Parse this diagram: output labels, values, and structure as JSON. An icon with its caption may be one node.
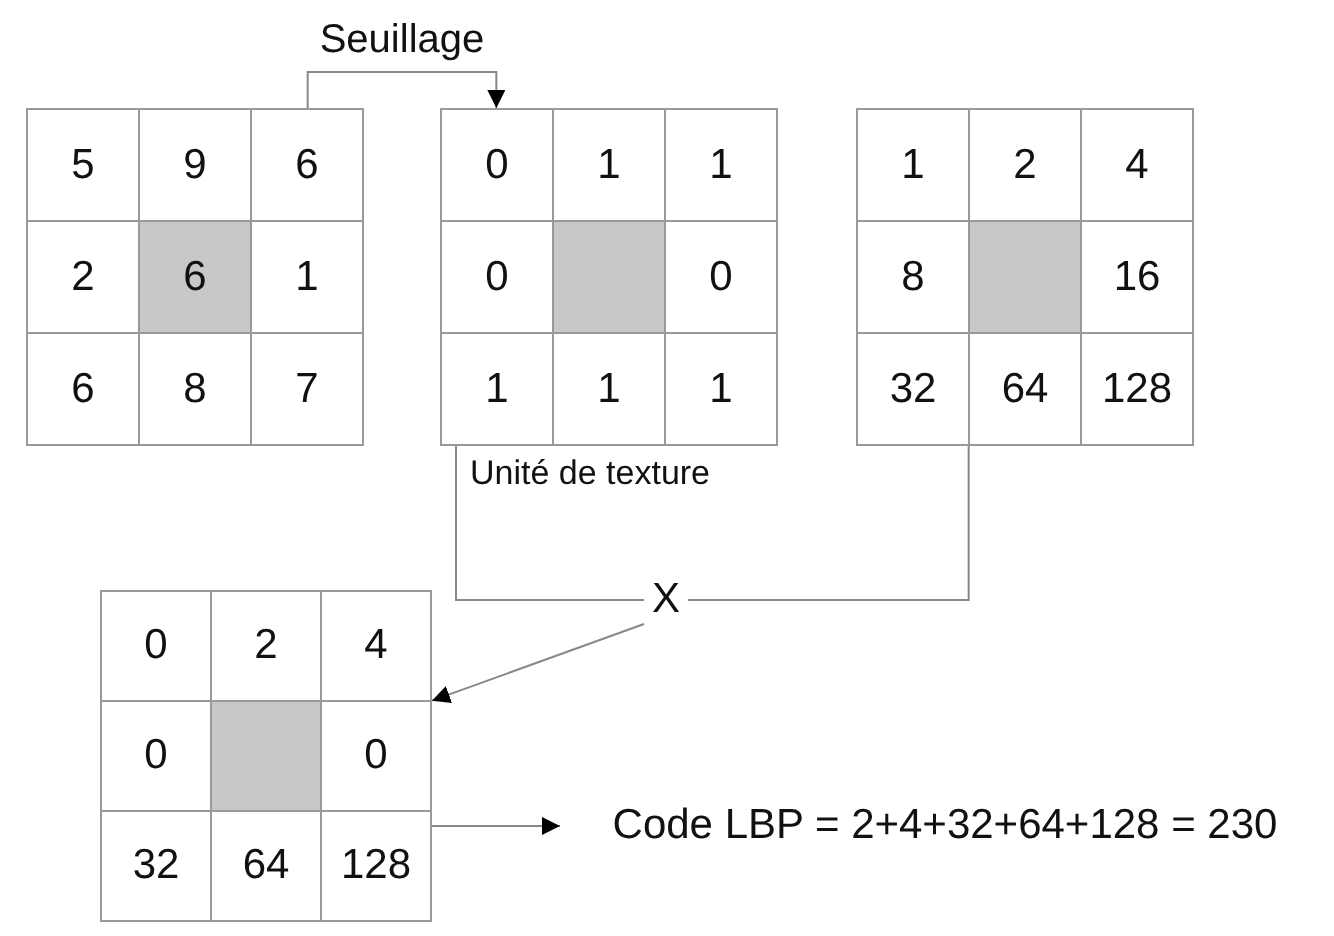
{
  "diagram": {
    "nodes": [
      {
        "text": [],
        "shape": "box"
      },
      {
        "text": [
          "5"
        ],
        "in": 0
      },
      {
        "text": [
          "9"
        ],
        "in": 0
      },
      {
        "text": [
          "6"
        ],
        "in": 0
      },
      {
        "text": [
          "2"
        ],
        "in": 0
      },
      {
        "text": [
          "6"
        ],
        "in": 0
      },
      {
        "text": [
          "1"
        ],
        "in": 0
      },
      {
        "text": [
          "6"
        ],
        "in": 0
      },
      {
        "text": [
          "8"
        ],
        "in": 0
      },
      {
        "text": [
          "7"
        ],
        "in": 0
      },
      {
        "text": [],
        "shape": "box",
        "beside": [
          "Unité de texture"
        ]
      },
      {
        "text": [
          "0"
        ],
        "in": 10
      },
      {
        "text": [
          "1"
        ],
        "in": 10
      },
      {
        "text": [
          "1"
        ],
        "in": 10
      },
      {
        "text": [
          "0"
        ],
        "in": 10
      },
      {
        "text": [],
        "shape": "box",
        "in": 10
      },
      {
        "text": [
          "0"
        ],
        "in": 10
      },
      {
        "text": [
          "1"
        ],
        "in": 10
      },
      {
        "text": [
          "1"
        ],
        "in": 10
      },
      {
        "text": [
          "1"
        ],
        "in": 10
      },
      {
        "text": [],
        "shape": "box"
      },
      {
        "text": [
          "1"
        ],
        "in": 20
      },
      {
        "text": [
          "2"
        ],
        "in": 20
      },
      {
        "text": [
          "4"
        ],
        "in": 20
      },
      {
        "text": [
          "8"
        ],
        "in": 20
      },
      {
        "text": [],
        "shape": "box",
        "in": 20
      },
      {
        "text": [
          "16"
        ],
        "in": 20
      },
      {
        "text": [
          "32"
        ],
        "in": 20
      },
      {
        "text": [
          "64"
        ],
        "in": 20
      },
      {
        "text": [
          "128"
        ],
        "in": 20
      },
      {
        "text": [
          "X"
        ]
      },
      {
        "text": [],
        "shape": "box"
      },
      {
        "text": [
          "0"
        ],
        "in": 31
      },
      {
        "text": [
          "2"
        ],
        "in": 31
      },
      {
        "text": [
          "4"
        ],
        "in": 31
      },
      {
        "text": [
          "0"
        ],
        "in": 31
      },
      {
        "text": [],
        "shape": "box",
        "in": 31
      },
      {
        "text": [
          "0"
        ],
        "in": 31
      },
      {
        "text": [
          "32"
        ],
        "in": 31
      },
      {
        "text": [
          "64"
        ],
        "in": 31
      },
      {
        "text": [
          "128"
        ],
        "in": 31
      },
      {
        "text": [
          "Code LBP = 2+4+32+64+128 = 230"
        ]
      }
    ],
    "edges": [
      {
        "from": 0,
        "to": 10,
        "arrow": "to",
        "label": "Seuillage"
      },
      {
        "from": 10,
        "to": 30,
        "arrow": "none"
      },
      {
        "from": 20,
        "to": 30,
        "arrow": "none"
      },
      {
        "from": 30,
        "to": 31,
        "arrow": "to"
      },
      {
        "from": 31,
        "to": 41,
        "arrow": "to"
      }
    ]
  }
}
